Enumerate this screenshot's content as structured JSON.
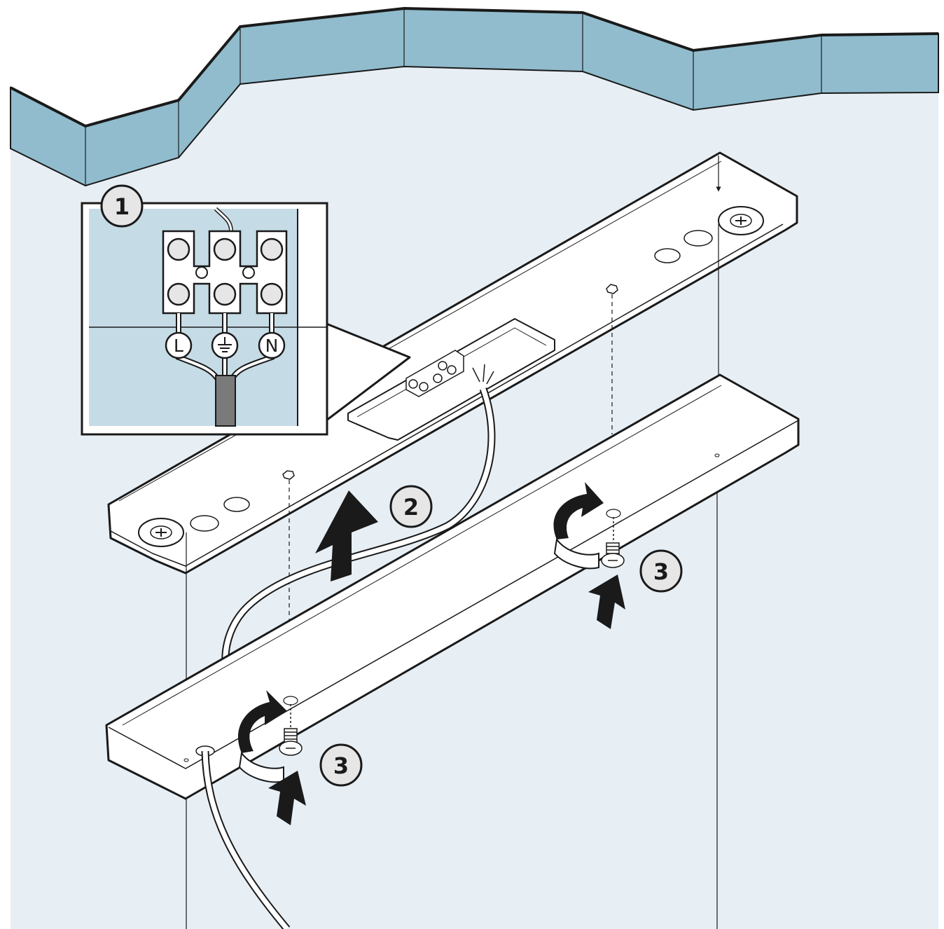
{
  "steps": {
    "step1": "1",
    "step2": "2",
    "step3a": "3",
    "step3b": "3"
  },
  "terminals": {
    "live": "L",
    "neutral": "N",
    "earth_icon": "ground-symbol"
  },
  "colors": {
    "ceiling": "#90bccd",
    "background": "#e7eff5",
    "inset_background": "#c5dbe6",
    "outline": "#1a1a1a",
    "cable_core": "#7a7a7a"
  }
}
